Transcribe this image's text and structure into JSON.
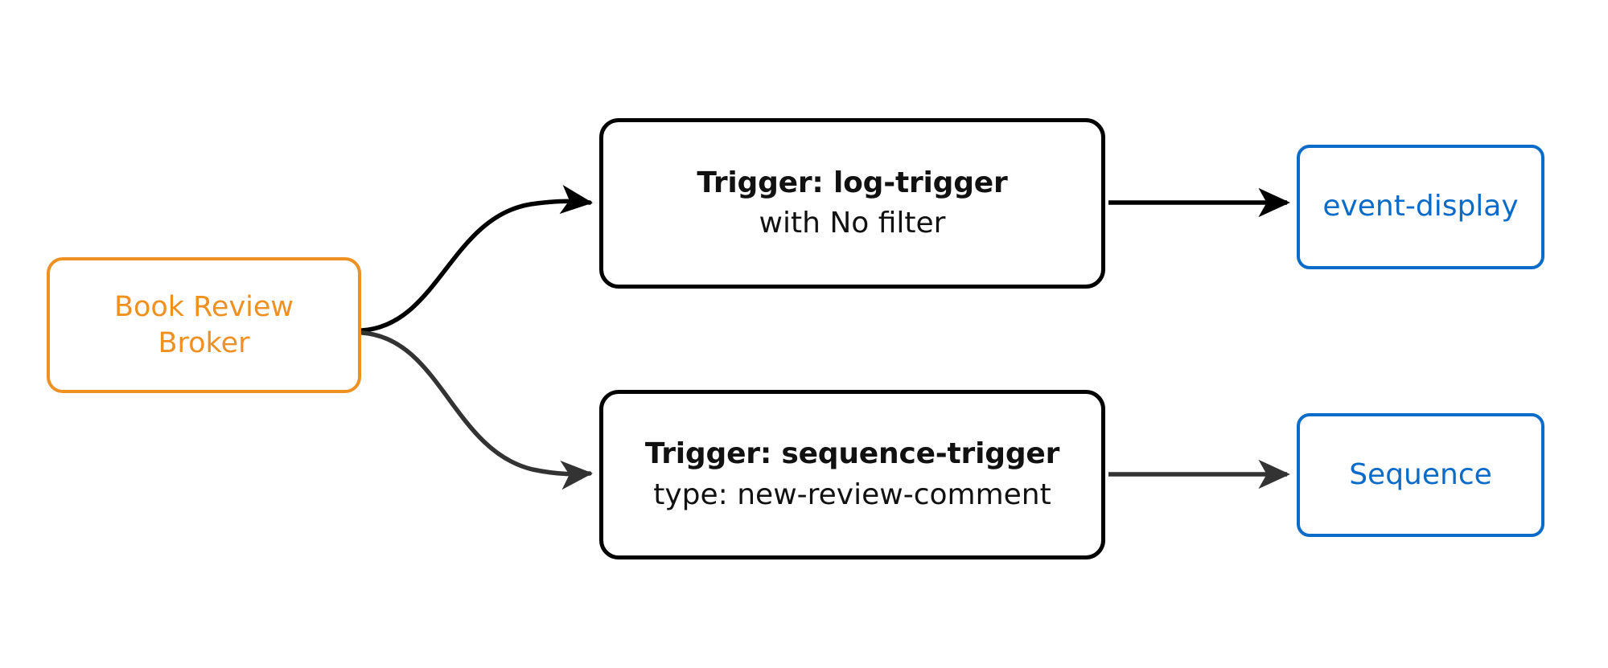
{
  "diagram": {
    "type": "flowchart",
    "direction": "left-to-right",
    "background": "#ffffff",
    "colors": {
      "broker_stroke": "#ef9122",
      "broker_text": "#ef9122",
      "trigger_stroke": "#000000",
      "trigger_text": "#111111",
      "sink_stroke": "#0b6bc9",
      "sink_text": "#0b6bc9",
      "edge_primary": "#000000",
      "edge_secondary": "#333333"
    },
    "nodes": {
      "broker": {
        "label_line_1": "Book Review",
        "label_line_2": "Broker",
        "shape": "rounded-rectangle"
      },
      "trigger_log": {
        "title": "Trigger: log-trigger",
        "subtitle": "with No filter",
        "shape": "rounded-rectangle"
      },
      "trigger_sequence": {
        "title": "Trigger: sequence-trigger",
        "subtitle": "type: new-review-comment",
        "shape": "rounded-rectangle"
      },
      "sink_event_display": {
        "label": "event-display",
        "shape": "rounded-rectangle"
      },
      "sink_sequence": {
        "label": "Sequence",
        "shape": "rounded-rectangle"
      }
    },
    "edges": [
      {
        "from": "broker",
        "to": "trigger_log",
        "style": "curved",
        "arrow": "filled-triangle",
        "color": "#000000"
      },
      {
        "from": "broker",
        "to": "trigger_sequence",
        "style": "curved",
        "arrow": "filled-triangle",
        "color": "#333333"
      },
      {
        "from": "trigger_log",
        "to": "sink_event_display",
        "style": "straight",
        "arrow": "filled-triangle",
        "color": "#000000"
      },
      {
        "from": "trigger_sequence",
        "to": "sink_sequence",
        "style": "straight",
        "arrow": "filled-triangle",
        "color": "#333333"
      }
    ]
  }
}
